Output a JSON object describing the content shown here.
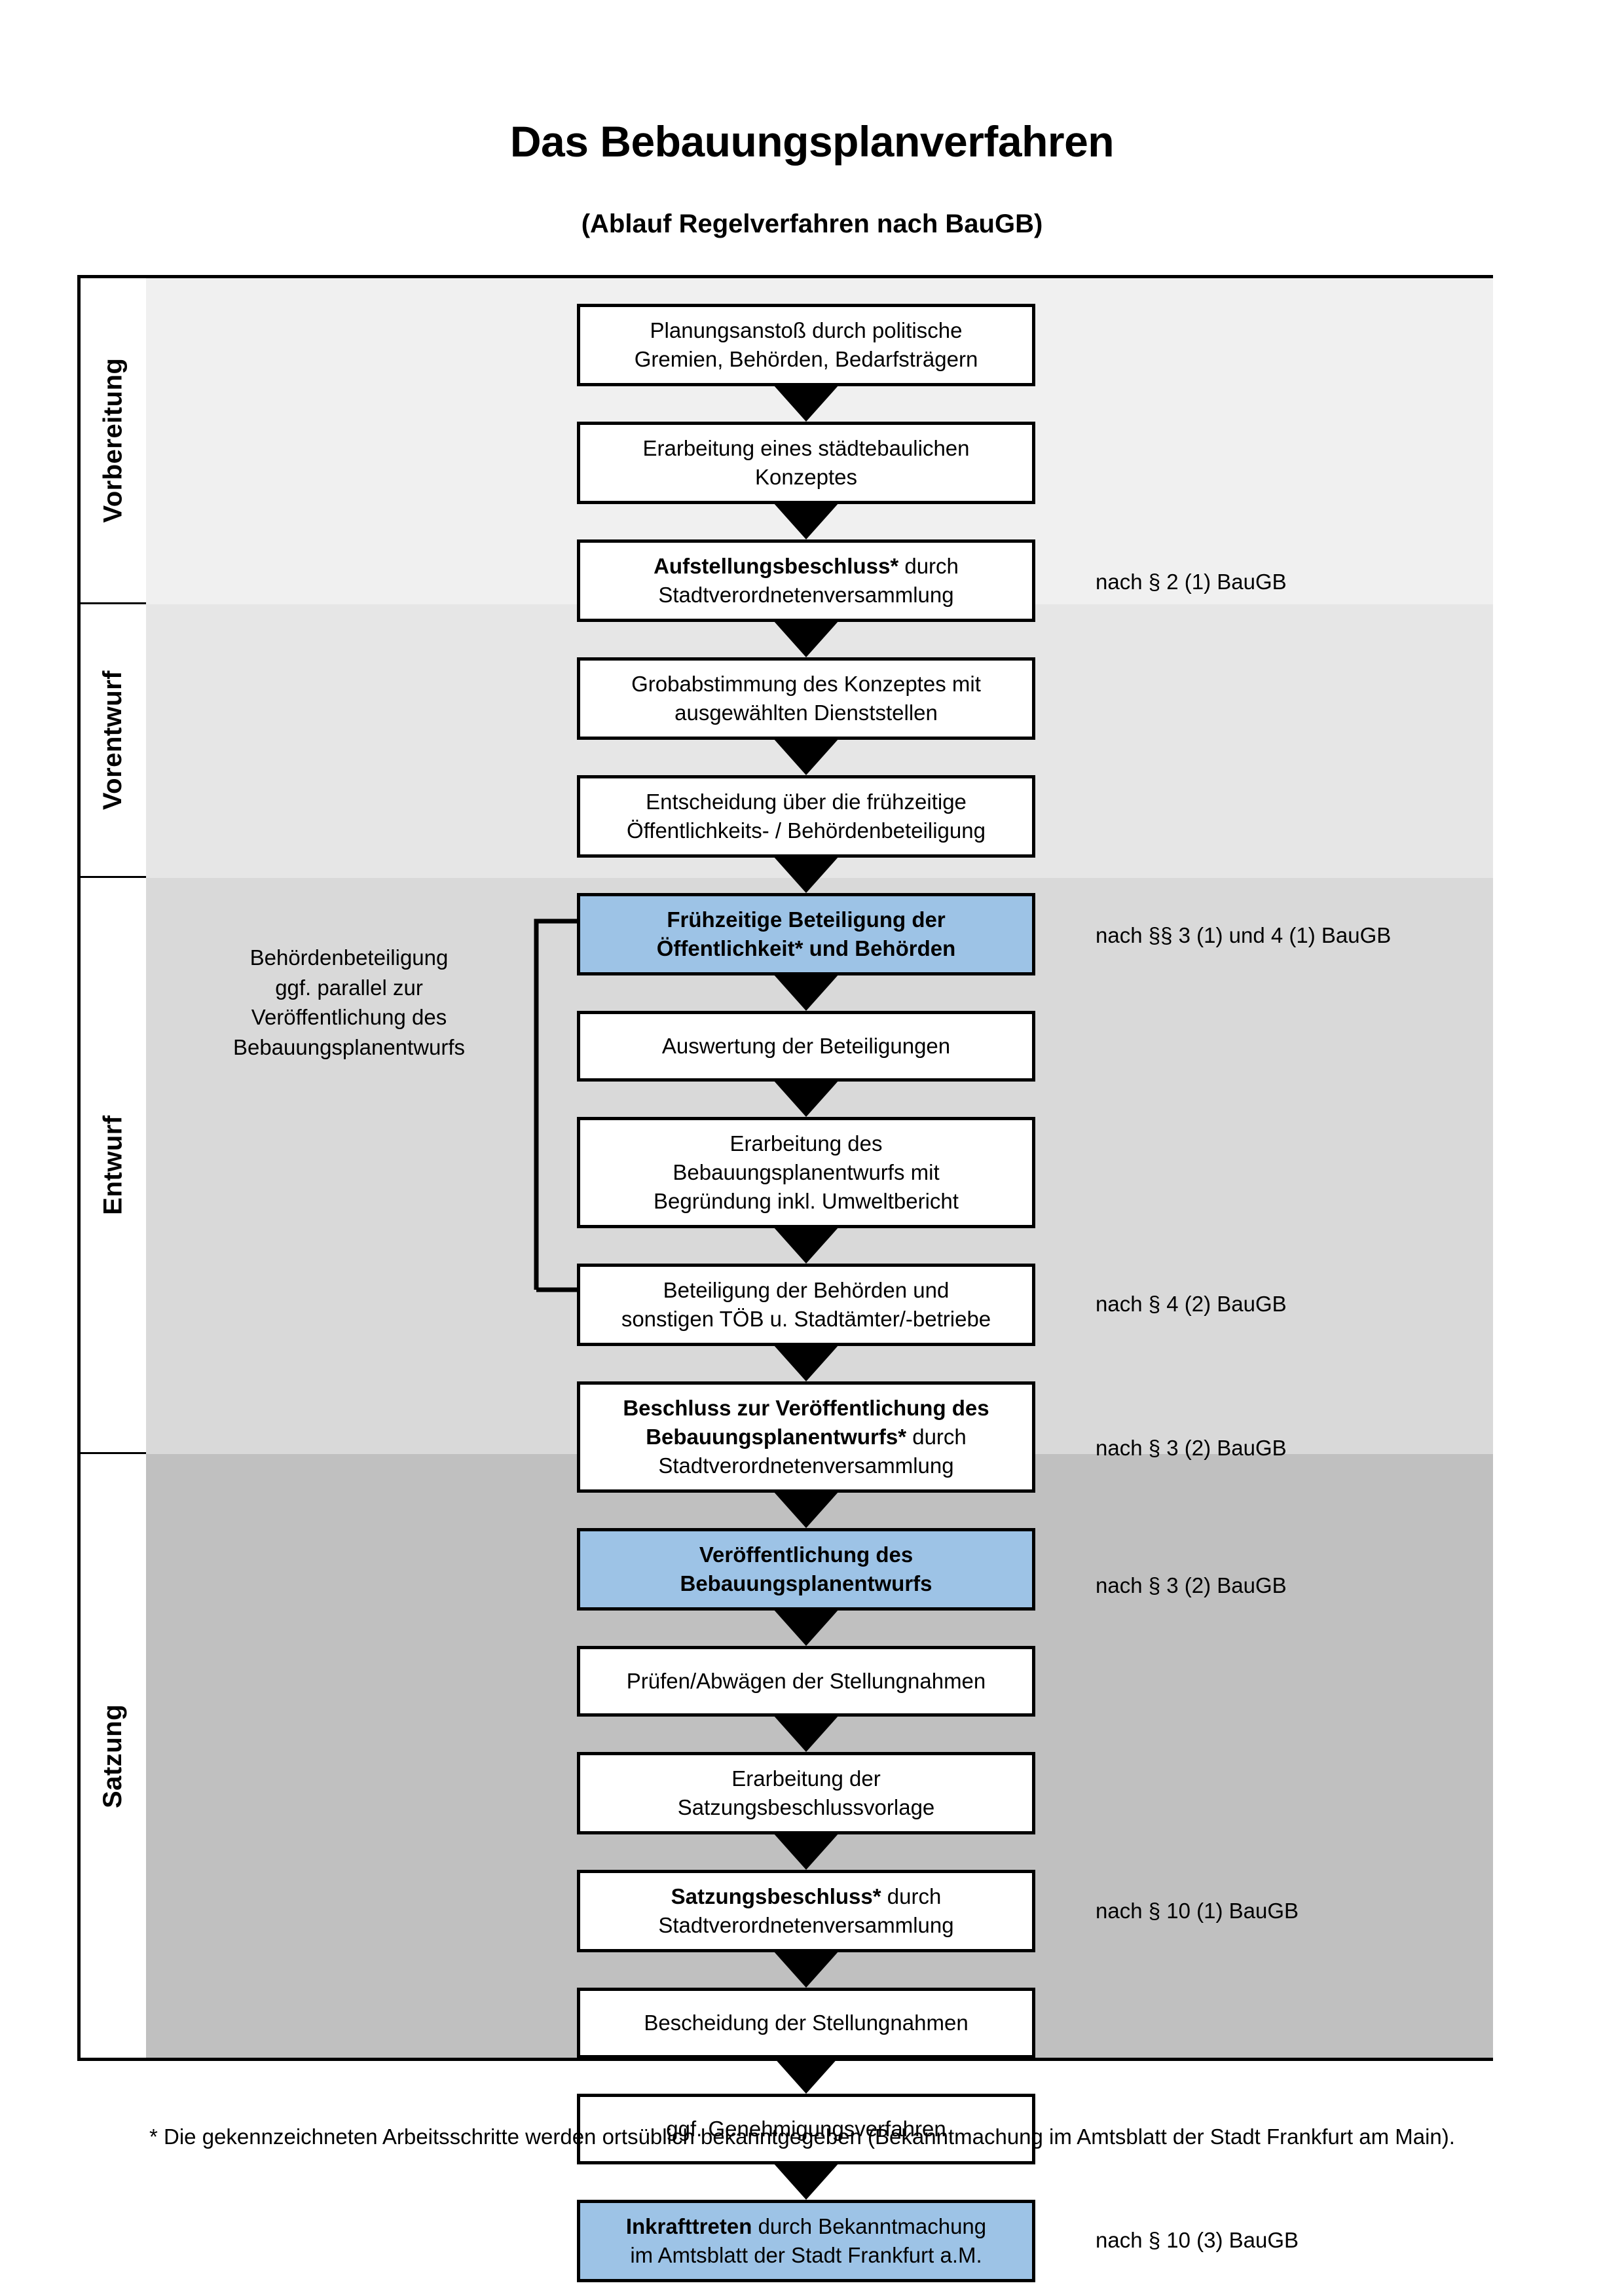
{
  "header": {
    "title": "Das Bebauungsplanverfahren",
    "subtitle": "(Ablauf Regelverfahren nach BauGB)"
  },
  "phases": [
    {
      "id": "vorbereitung",
      "label": "Vorbereitung",
      "band_color": "#F0F0F0"
    },
    {
      "id": "vorentwurf",
      "label": "Vorentwurf",
      "band_color": "#E6E6E6"
    },
    {
      "id": "entwurf",
      "label": "Entwurf",
      "band_color": "#D9D9D9"
    },
    {
      "id": "satzung",
      "label": "Satzung",
      "band_color": "#C0C0C0"
    }
  ],
  "steps": [
    {
      "id": "s1",
      "phase": "vorbereitung",
      "highlight": false,
      "lines": [
        {
          "text": "Planungsanstoß durch politische",
          "bold": false
        },
        {
          "text": "Gremien, Behörden, Bedarfsträgern",
          "bold": false
        }
      ]
    },
    {
      "id": "s2",
      "phase": "vorbereitung",
      "highlight": false,
      "lines": [
        {
          "text": "Erarbeitung eines städtebaulichen",
          "bold": false
        },
        {
          "text": "Konzeptes",
          "bold": false
        }
      ]
    },
    {
      "id": "s3",
      "phase": "vorbereitung",
      "highlight": false,
      "lines": [
        {
          "text": "Aufstellungsbeschluss*",
          "bold": true
        },
        {
          "text": " durch",
          "bold": false
        },
        {
          "text": "\n",
          "bold": false
        },
        {
          "text": "Stadtverordnetenversammlung",
          "bold": false
        }
      ]
    },
    {
      "id": "s4",
      "phase": "vorentwurf",
      "highlight": false,
      "lines": [
        {
          "text": "Grobabstimmung des Konzeptes mit",
          "bold": false
        },
        {
          "text": "ausgewählten Dienststellen",
          "bold": false
        }
      ]
    },
    {
      "id": "s5",
      "phase": "vorentwurf",
      "highlight": false,
      "lines": [
        {
          "text": "Entscheidung über die frühzeitige",
          "bold": false
        },
        {
          "text": "Öffentlichkeits- / Behördenbeteiligung",
          "bold": false
        }
      ]
    },
    {
      "id": "s6",
      "phase": "vorentwurf",
      "highlight": true,
      "lines": [
        {
          "text": "Frühzeitige Beteiligung der",
          "bold": true
        },
        {
          "text": "Öffentlichkeit* und Behörden",
          "bold": true
        }
      ]
    },
    {
      "id": "s7",
      "phase": "entwurf",
      "highlight": false,
      "lines": [
        {
          "text": "Auswertung der Beteiligungen",
          "bold": false
        }
      ]
    },
    {
      "id": "s8",
      "phase": "entwurf",
      "highlight": false,
      "lines": [
        {
          "text": "Erarbeitung des",
          "bold": false
        },
        {
          "text": "Bebauungsplanentwurfs mit",
          "bold": false
        },
        {
          "text": "Begründung inkl. Umweltbericht",
          "bold": false
        }
      ]
    },
    {
      "id": "s9",
      "phase": "entwurf",
      "highlight": false,
      "lines": [
        {
          "text": "Beteiligung der Behörden und",
          "bold": false
        },
        {
          "text": "sonstigen TÖB u. Stadtämter/-betriebe",
          "bold": false
        }
      ]
    },
    {
      "id": "s10",
      "phase": "entwurf",
      "highlight": false,
      "lines": [
        {
          "text": "Beschluss zur Veröffentlichung des",
          "bold": true
        },
        {
          "text": "Bebauungsplanentwurfs*",
          "bold": true
        },
        {
          "text": " durch",
          "bold": false
        },
        {
          "text": "Stadtverordnetenversammlung",
          "bold": false
        }
      ]
    },
    {
      "id": "s11",
      "phase": "entwurf",
      "highlight": true,
      "lines": [
        {
          "text": "Veröffentlichung des",
          "bold": true
        },
        {
          "text": "Bebauungsplanentwurfs",
          "bold": true
        }
      ]
    },
    {
      "id": "s12",
      "phase": "satzung",
      "highlight": false,
      "lines": [
        {
          "text": "Prüfen/Abwägen der Stellungnahmen",
          "bold": false
        }
      ]
    },
    {
      "id": "s13",
      "phase": "satzung",
      "highlight": false,
      "lines": [
        {
          "text": "Erarbeitung der",
          "bold": false
        },
        {
          "text": "Satzungsbeschlussvorlage",
          "bold": false
        }
      ]
    },
    {
      "id": "s14",
      "phase": "satzung",
      "highlight": false,
      "lines": [
        {
          "text": "Satzungsbeschluss*",
          "bold": true
        },
        {
          "text": " durch",
          "bold": false
        },
        {
          "text": "Stadtverordnetenversammlung",
          "bold": false
        }
      ]
    },
    {
      "id": "s15",
      "phase": "satzung",
      "highlight": false,
      "lines": [
        {
          "text": "Bescheidung der Stellungnahmen",
          "bold": false
        }
      ]
    },
    {
      "id": "s16",
      "phase": "satzung",
      "highlight": false,
      "lines": [
        {
          "text": "ggf. Genehmigungsverfahren",
          "bold": false
        }
      ]
    },
    {
      "id": "s17",
      "phase": "satzung",
      "highlight": true,
      "lines": [
        {
          "text": "Inkrafttreten",
          "bold": true
        },
        {
          "text": " durch Bekanntmachung",
          "bold": false
        },
        {
          "text": "im Amtsblatt der Stadt Frankfurt a.M.",
          "bold": false
        }
      ]
    }
  ],
  "step_text": {
    "s1_l1": "Planungsanstoß durch politische",
    "s1_l2": "Gremien, Behörden, Bedarfsträgern",
    "s2_l1": "Erarbeitung eines städtebaulichen",
    "s2_l2": "Konzeptes",
    "s3_b": "Aufstellungsbeschluss*",
    "s3_n": " durch",
    "s3_l2": "Stadtverordnetenversammlung",
    "s4_l1": "Grobabstimmung des Konzeptes mit",
    "s4_l2": "ausgewählten Dienststellen",
    "s5_l1": "Entscheidung über die frühzeitige",
    "s5_l2": "Öffentlichkeits- / Behördenbeteiligung",
    "s6_l1": "Frühzeitige Beteiligung der",
    "s6_l2": "Öffentlichkeit* und Behörden",
    "s7_l1": "Auswertung der Beteiligungen",
    "s8_l1": "Erarbeitung des",
    "s8_l2": "Bebauungsplanentwurfs mit",
    "s8_l3": "Begründung inkl. Umweltbericht",
    "s9_l1": "Beteiligung der Behörden und",
    "s9_l2": "sonstigen TÖB u. Stadtämter/-betriebe",
    "s10_b1": "Beschluss zur Veröffentlichung des",
    "s10_b2": "Bebauungsplanentwurfs*",
    "s10_n": " durch",
    "s10_l3": "Stadtverordnetenversammlung",
    "s11_l1": "Veröffentlichung des",
    "s11_l2": "Bebauungsplanentwurfs",
    "s12_l1": "Prüfen/Abwägen der Stellungnahmen",
    "s13_l1": "Erarbeitung der",
    "s13_l2": "Satzungsbeschlussvorlage",
    "s14_b": "Satzungsbeschluss*",
    "s14_n": " durch",
    "s14_l2": "Stadtverordnetenversammlung",
    "s15_l1": "Bescheidung der Stellungnahmen",
    "s16_l1": "ggf. Genehmigungsverfahren",
    "s17_b": "Inkrafttreten",
    "s17_n": " durch Bekanntmachung",
    "s17_l2": "im Amtsblatt der Stadt Frankfurt a.M."
  },
  "law_refs": [
    {
      "id": "r1",
      "text": "nach § 2 (1) BauGB"
    },
    {
      "id": "r2",
      "text": "nach §§ 3 (1) und 4 (1) BauGB"
    },
    {
      "id": "r3",
      "text": "nach § 4 (2) BauGB"
    },
    {
      "id": "r4",
      "text": "nach § 3 (2) BauGB"
    },
    {
      "id": "r5",
      "text": "nach § 3 (2) BauGB"
    },
    {
      "id": "r6",
      "text": "nach § 10 (1) BauGB"
    },
    {
      "id": "r7",
      "text": "nach § 10 (3) BauGB"
    }
  ],
  "side_note": {
    "l1": "Behördenbeteiligung",
    "l2": "ggf. parallel zur",
    "l3": "Veröffentlichung des",
    "l4": "Bebauungsplanentwurfs"
  },
  "footnote": {
    "text": "* Die gekennzeichneten Arbeitsschritte werden ortsüblich bekanntgegeben (Bekanntmachung im Amtsblatt  der Stadt Frankfurt am Main)."
  },
  "colors": {
    "highlight_blue": "#9DC3E6",
    "band_vorbereitung": "#F0F0F0",
    "band_vorentwurf": "#E6E6E6",
    "band_entwurf": "#D9D9D9",
    "band_satzung": "#C0C0C0",
    "stroke": "#000000"
  }
}
